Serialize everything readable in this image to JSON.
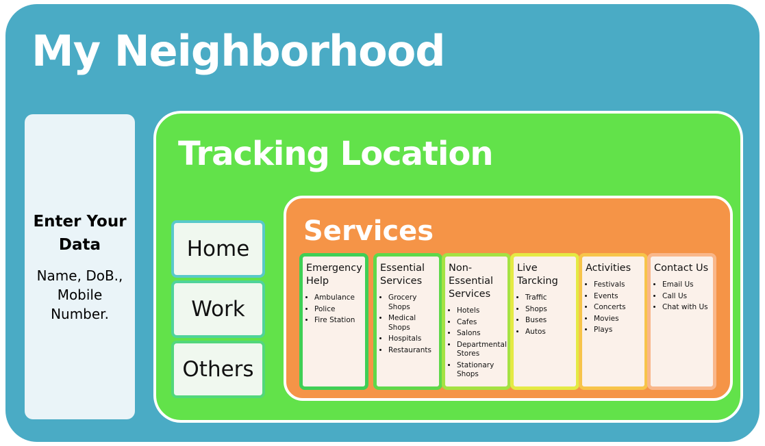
{
  "title": "My Neighborhood",
  "user_panel": {
    "heading": "Enter Your Data",
    "body": "Name, DoB., Mobile Number."
  },
  "tracking": {
    "title": "Tracking Location",
    "locations": [
      {
        "label": "Home",
        "border": "#58c9c9"
      },
      {
        "label": "Work",
        "border": "#4fd39a"
      },
      {
        "label": "Others",
        "border": "#52d77b"
      }
    ]
  },
  "services": {
    "title": "Services",
    "cards": [
      {
        "title": "Emergency Help",
        "border": "#3fcf55",
        "items": [
          "Ambulance",
          "Police",
          "Fire Station"
        ]
      },
      {
        "title": "Essential Services",
        "border": "#5fd84a",
        "items": [
          "Grocery Shops",
          "Medical Shops",
          "Hospitals",
          "Restaurants"
        ]
      },
      {
        "title": "Non-\nEssential Services",
        "border": "#a4e243",
        "items": [
          "Hotels",
          "Cafes",
          "Salons",
          "Departmental Stores",
          "Stationary Shops"
        ]
      },
      {
        "title": "Live Tarcking",
        "border": "#e4ea44",
        "items": [
          "Traffic",
          "Shops",
          "Buses",
          "Autos"
        ]
      },
      {
        "title": "Activities",
        "border": "#f7c44a",
        "items": [
          "Festivals",
          "Events",
          "Concerts",
          "Movies",
          "Plays"
        ]
      },
      {
        "title": "Contact Us",
        "border": "#f9b78a",
        "items": [
          "Email Us",
          "Call Us",
          "Chat with Us"
        ]
      }
    ]
  },
  "colors": {
    "outer_bg": "#4aabc5",
    "tracking_bg": "#62e24a",
    "services_bg": "#f59447",
    "card_bg": "#fbf1ea",
    "user_panel_bg": "#eaf4f8"
  }
}
